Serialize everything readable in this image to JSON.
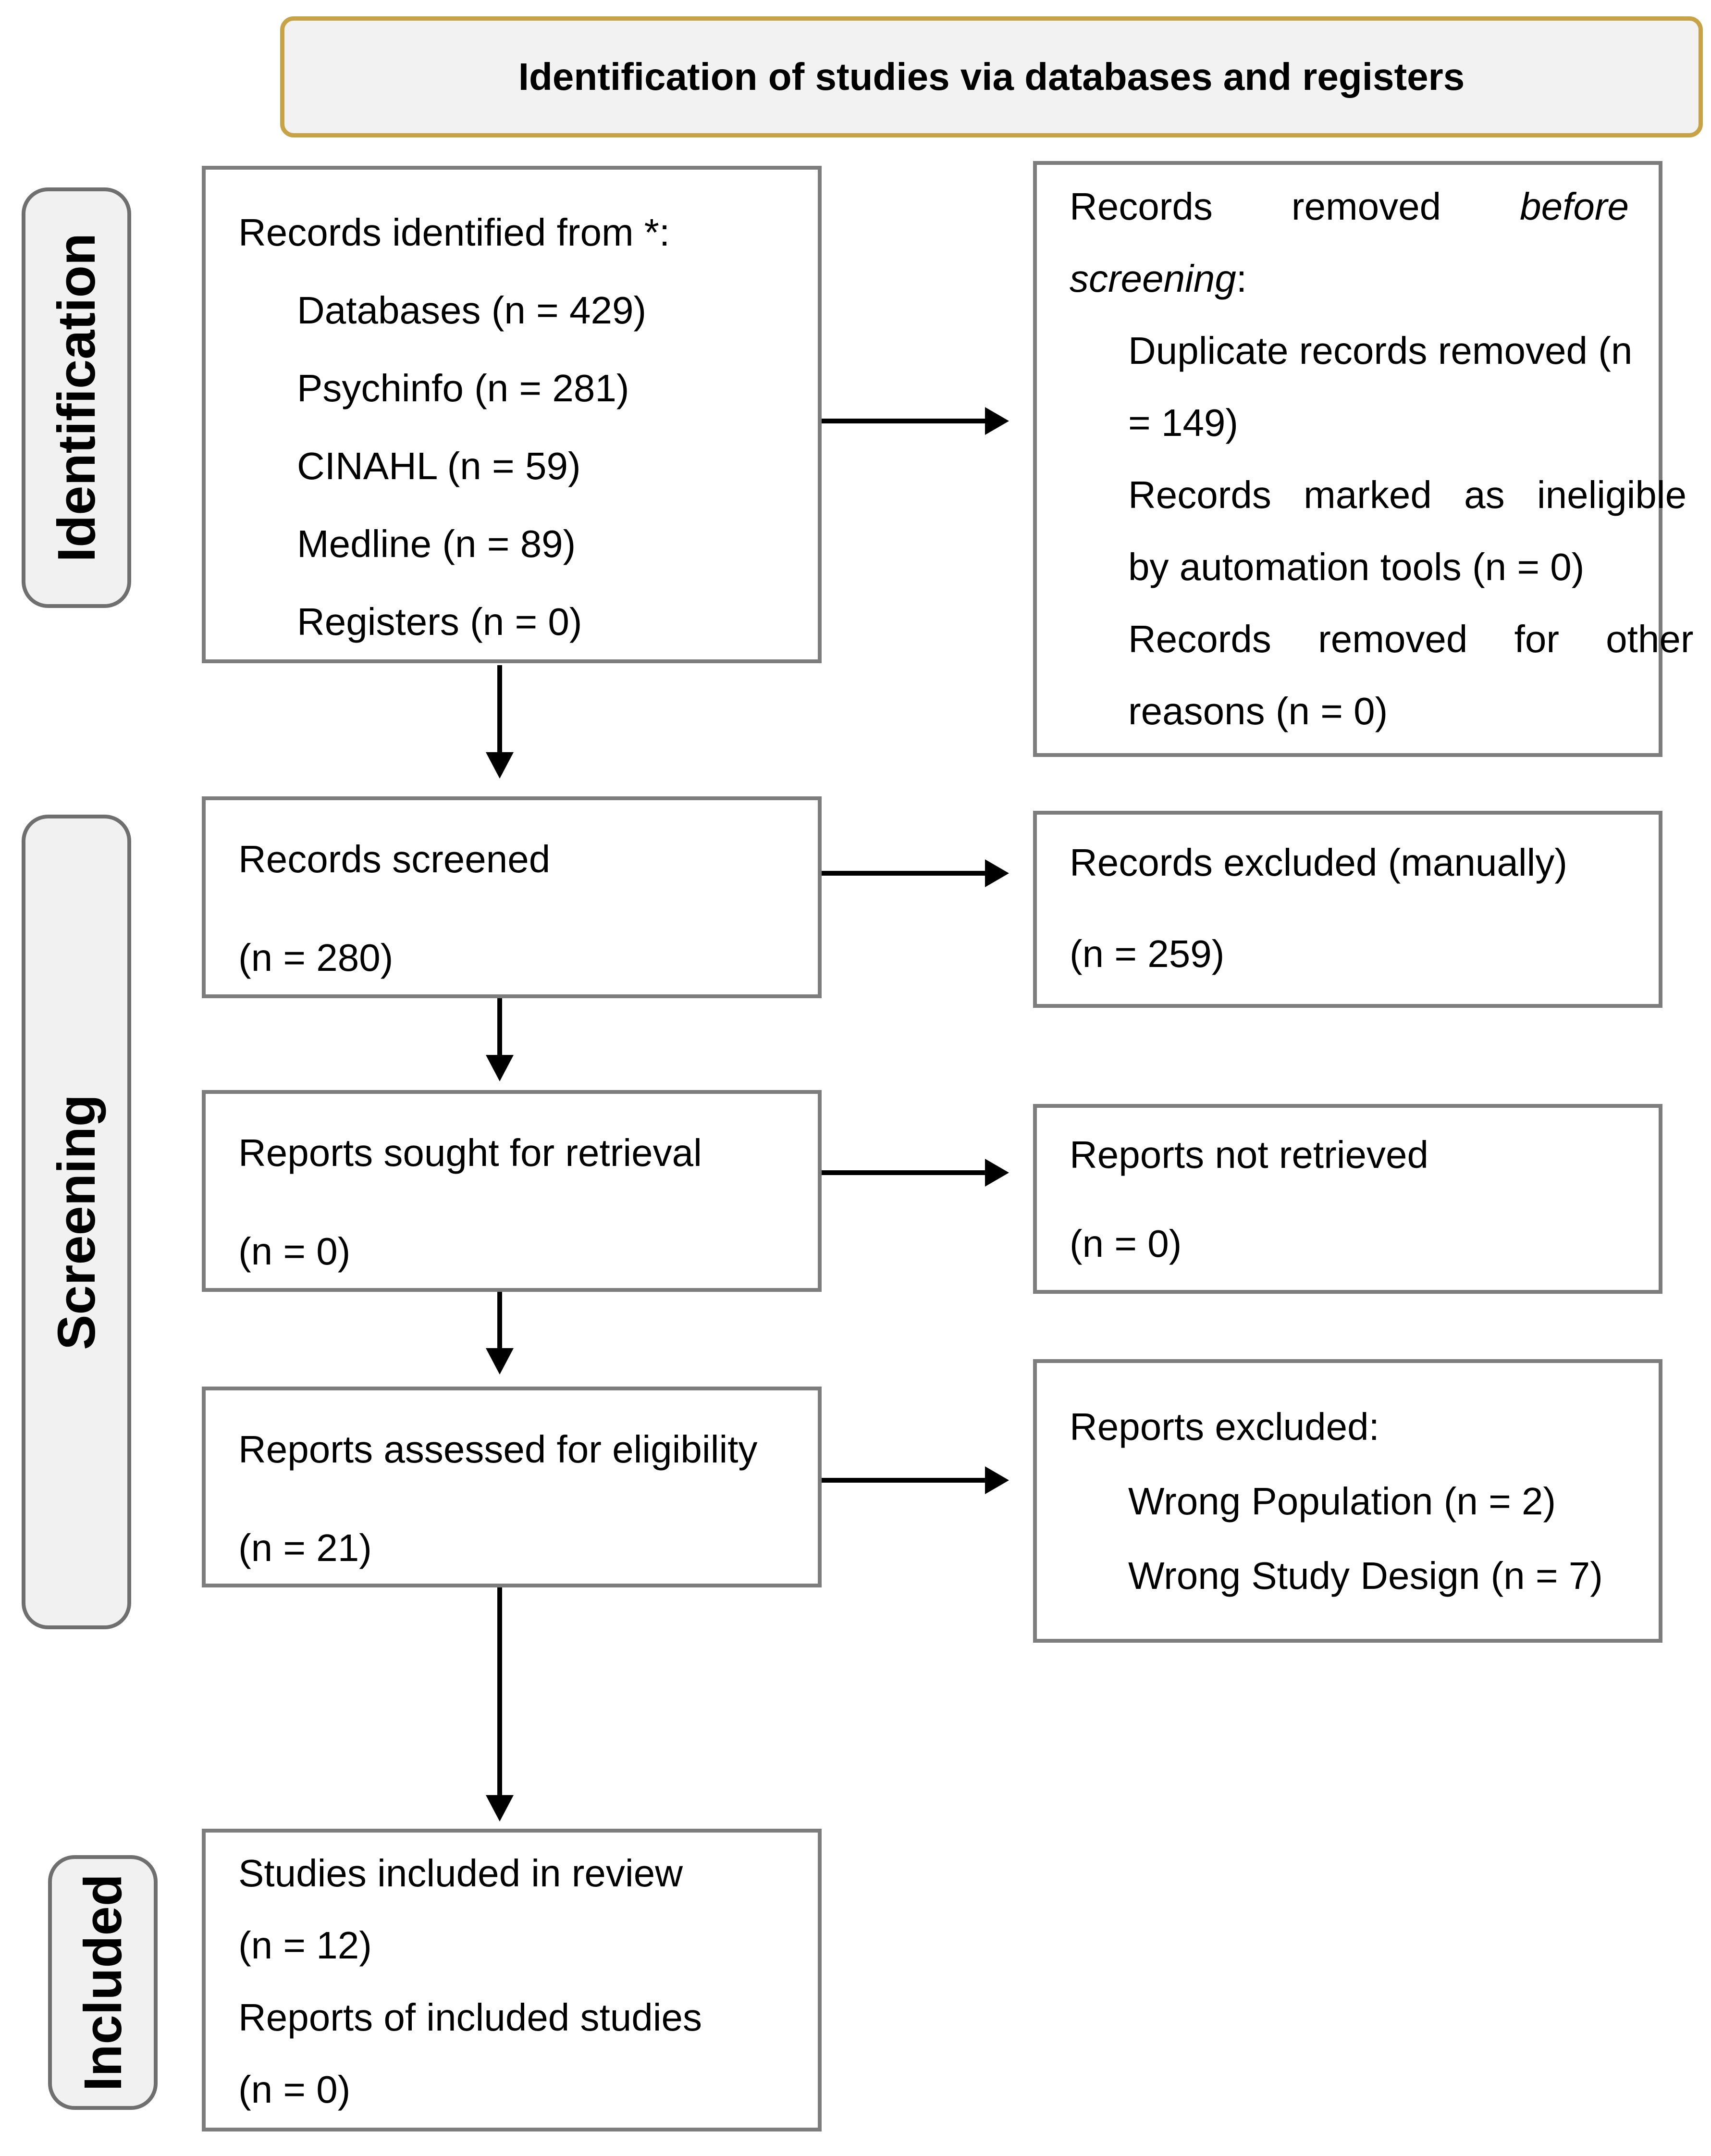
{
  "title": "Identification of studies via databases and registers",
  "stages": {
    "identification": "Identification",
    "screening": "Screening",
    "included": "Included"
  },
  "boxes": {
    "records_identified": {
      "heading": "Records identified from *:",
      "items": [
        "Databases (n = 429)",
        "Psychinfo (n = 281)",
        "CINAHL (n = 59)",
        "Medline (n = 89)",
        "Registers (n = 0)"
      ]
    },
    "records_removed": {
      "line1_word1": "Records",
      "line1_word2": "removed",
      "line1_word3": "before",
      "line2_italic": "screening",
      "line2_colon": ":",
      "items": [
        "Duplicate records removed (n",
        "= 149)",
        "Records marked as ineligible",
        "by automation tools (n = 0)",
        "Records removed for other",
        "reasons (n = 0)"
      ]
    },
    "records_screened": {
      "line1": "Records screened",
      "line2": "(n = 280)"
    },
    "records_excluded_manually": {
      "line1": "Records excluded (manually)",
      "line2": "(n = 259)"
    },
    "reports_sought": {
      "line1": "Reports sought for retrieval",
      "line2": "(n = 0)"
    },
    "reports_not_retrieved": {
      "line1": "Reports not retrieved",
      "line2": "(n = 0)"
    },
    "reports_assessed": {
      "line1": "Reports assessed for eligibility",
      "line2": "(n = 21)"
    },
    "reports_excluded": {
      "heading": "Reports excluded:",
      "items": [
        "Wrong Population (n = 2)",
        "Wrong Study Design (n = 7)"
      ]
    },
    "studies_included": {
      "line1": "Studies included in review",
      "line2": "(n = 12)",
      "line3": "Reports of included studies",
      "line4": "(n = 0)"
    }
  },
  "colors": {
    "title_border": "#C8A246",
    "title_fill": "#F2F2F2",
    "box_border": "#7D7D7D",
    "stage_fill": "#F1F1F1",
    "stage_border": "#6F6F6F",
    "arrow": "#000000",
    "text": "#000000"
  }
}
